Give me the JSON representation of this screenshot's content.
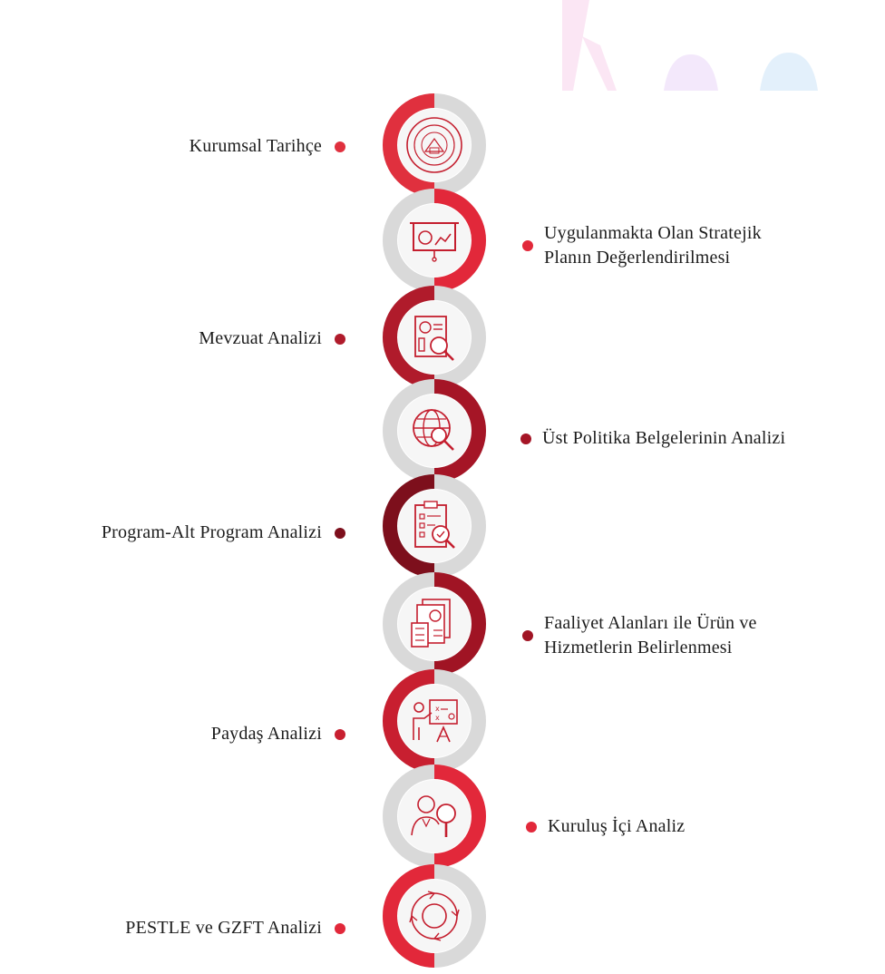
{
  "steps": [
    {
      "label_lines": [
        "Kurumsal Tarihçe"
      ],
      "side": "left",
      "icon": "ministry-emblem-icon",
      "color": "#e0303e"
    },
    {
      "label_lines": [
        "Uygulanmakta Olan Stratejik",
        "Planın Değerlendirilmesi"
      ],
      "side": "right",
      "icon": "presentation-board-icon",
      "color": "#e2283a"
    },
    {
      "label_lines": [
        "Mevzuat Analizi"
      ],
      "side": "left",
      "icon": "report-magnifier-icon",
      "color": "#b01b2b"
    },
    {
      "label_lines": [
        "Üst Politika Belgelerinin Analizi"
      ],
      "side": "right",
      "icon": "globe-magnifier-icon",
      "color": "#a51526"
    },
    {
      "label_lines": [
        "Program-Alt Program Analizi"
      ],
      "side": "left",
      "icon": "checklist-magnifier-icon",
      "color": "#7d0f1c"
    },
    {
      "label_lines": [
        "Faaliyet Alanları ile Ürün ve",
        "Hizmetlerin Belirlenmesi"
      ],
      "side": "right",
      "icon": "documents-calculator-icon",
      "color": "#a01424"
    },
    {
      "label_lines": [
        "Paydaş Analizi"
      ],
      "side": "left",
      "icon": "teacher-board-icon",
      "color": "#c81f30"
    },
    {
      "label_lines": [
        "Kuruluş İçi Analiz"
      ],
      "side": "right",
      "icon": "person-magnifier-icon",
      "color": "#e2283a"
    },
    {
      "label_lines": [
        "PESTLE ve GZFT Analizi"
      ],
      "side": "left",
      "icon": "cycle-diagram-icon",
      "color": "#e2283a"
    }
  ],
  "colors": {
    "spine": "#4a4a4a",
    "ring_gray": "#d9d9d9",
    "icon_stroke": "#c41e2e"
  }
}
